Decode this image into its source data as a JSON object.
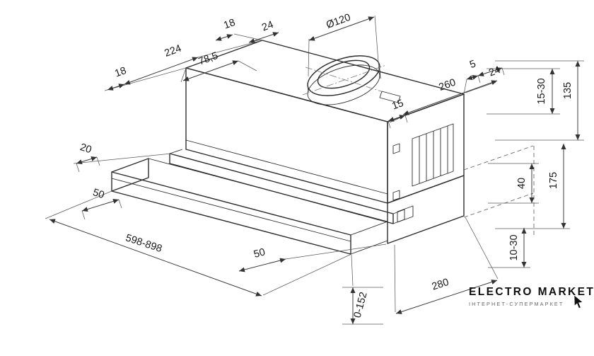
{
  "drawing": {
    "dimensions": {
      "depth_left_18": "18",
      "depth_224": "224",
      "duct_front_78_5": "78,5",
      "top_18": "18",
      "top_24": "24",
      "duct_diameter": "Ø120",
      "depth_right_260": "260",
      "right_15": "15",
      "right_5": "5",
      "right_24": "24",
      "height_15_30": "15-30",
      "height_135": "135",
      "height_40": "40",
      "height_175": "175",
      "height_10_30": "10-30",
      "left_20": "20",
      "left_50": "50",
      "width_598_898": "598-898",
      "mid_50": "50",
      "extension_0_152": "0-152",
      "bottom_280": "280"
    }
  },
  "logo": {
    "brand": "ELECTRO MARKET",
    "subtitle": "ІНТЕРНЕТ-СУПЕРМАРКЕТ"
  },
  "colors": {
    "background": "#ffffff",
    "object_line": "#2d2d2d",
    "dimension_line": "#3c3c3c",
    "label_text": "#191919",
    "brand_text": "#101010",
    "subtitle_text": "#666666"
  }
}
